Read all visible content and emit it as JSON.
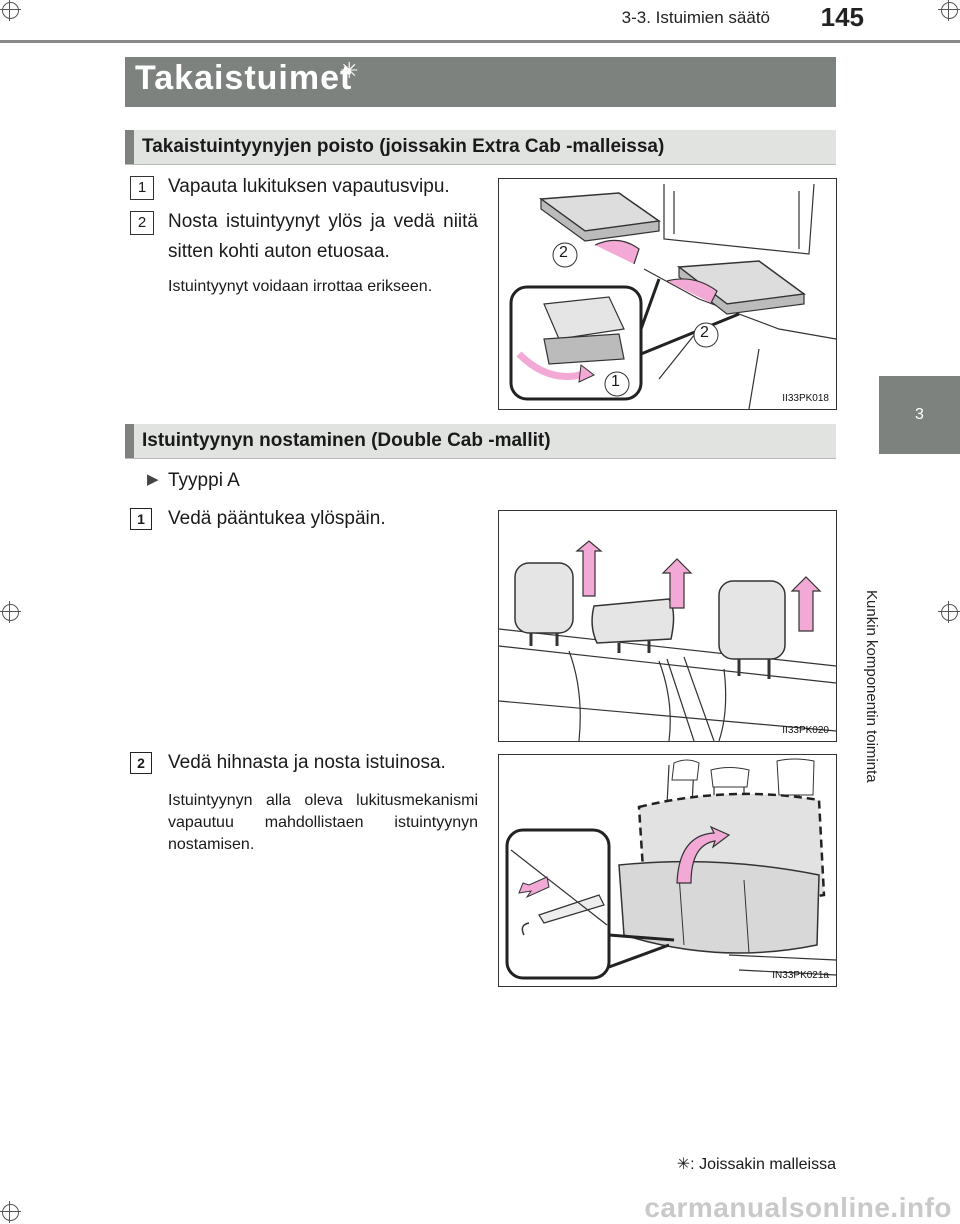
{
  "header": {
    "section": "3-3. Istuimien säätö",
    "page_number": "145"
  },
  "side_tab": {
    "chapter": "3",
    "label": "Kunkin komponentin toiminta"
  },
  "title": {
    "text": "Takaistuimet",
    "mark": "✳"
  },
  "section1": {
    "heading": "Takaistuintyynyjen poisto (joissakin Extra Cab -malleissa)",
    "step1": {
      "num": "1",
      "text": "Vapauta lukituksen vapautusvipu."
    },
    "step2": {
      "num": "2",
      "text": "Nosta istuintyynyt ylös ja vedä niitä sitten kohti auton etuosaa."
    },
    "note": "Istuintyynyt voidaan irrottaa erikseen.",
    "figure": {
      "code": "II33PK018",
      "callout_1": "1",
      "callout_2a": "2",
      "callout_2b": "2"
    }
  },
  "section2": {
    "heading": "Istuintyynyn nostaminen (Double Cab -mallit)",
    "type_label": "Tyyppi A",
    "step1": {
      "num": "1",
      "text": "Vedä pääntukea ylöspäin."
    },
    "figure1": {
      "code": "II33PK020"
    },
    "step2": {
      "num": "2",
      "text": "Vedä hihnasta ja nosta istuinosa."
    },
    "note": "Istuintyynyn alla oleva lukitusmekanismi vapautuu mahdollistaen istuintyynyn nostamisen.",
    "figure2": {
      "code": "IN33PK021a"
    }
  },
  "footnote": {
    "mark": "✳",
    "text": ": Joissakin malleissa"
  },
  "watermark": "carmanualsonline.info",
  "colors": {
    "bar_gray": "#7d827f",
    "arrow_pink": "#f2a9d6",
    "subbar_bg": "#e1e3e1"
  }
}
